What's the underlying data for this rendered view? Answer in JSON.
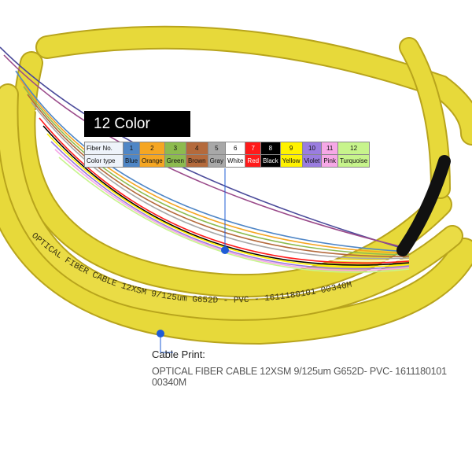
{
  "title": "12 Color Code:",
  "table": {
    "row1_label": "Fiber No.",
    "row2_label": "Color type",
    "fibers": [
      {
        "no": "1",
        "name": "Blue",
        "color": "#4f86c6",
        "text": "#111"
      },
      {
        "no": "2",
        "name": "Orange",
        "color": "#f5a623",
        "text": "#111"
      },
      {
        "no": "3",
        "name": "Green",
        "color": "#8dbb4f",
        "text": "#111"
      },
      {
        "no": "4",
        "name": "Brown",
        "color": "#b46a3c",
        "text": "#111"
      },
      {
        "no": "5",
        "name": "Gray",
        "color": "#a8a8a8",
        "text": "#111"
      },
      {
        "no": "6",
        "name": "White",
        "color": "#ffffff",
        "text": "#111"
      },
      {
        "no": "7",
        "name": "Red",
        "color": "#ff1a1a",
        "text": "#ffffff"
      },
      {
        "no": "8",
        "name": "Black",
        "color": "#000000",
        "text": "#ffffff"
      },
      {
        "no": "9",
        "name": "Yellow",
        "color": "#fff200",
        "text": "#111"
      },
      {
        "no": "10",
        "name": "Violet",
        "color": "#9a7de0",
        "text": "#111"
      },
      {
        "no": "11",
        "name": "Pink",
        "color": "#f6a8e6",
        "text": "#111"
      },
      {
        "no": "12",
        "name": "Turquoise",
        "color": "#c7f48c",
        "text": "#111"
      }
    ]
  },
  "cable_print": {
    "heading": "Cable Print:",
    "text": "OPTICAL FIBER CABLE 12XSM 9/125um G652D- PVC- 1611180101  00340M"
  },
  "cable_surface_text": "OPTICAL FIBER CABLE 12XSM 9/125um G652D - PVC - 1611180101 00340M",
  "colors": {
    "cable_yellow": "#e7d93a",
    "cable_outline": "#b8a41c",
    "pointer_blue": "#1f5cd6"
  }
}
